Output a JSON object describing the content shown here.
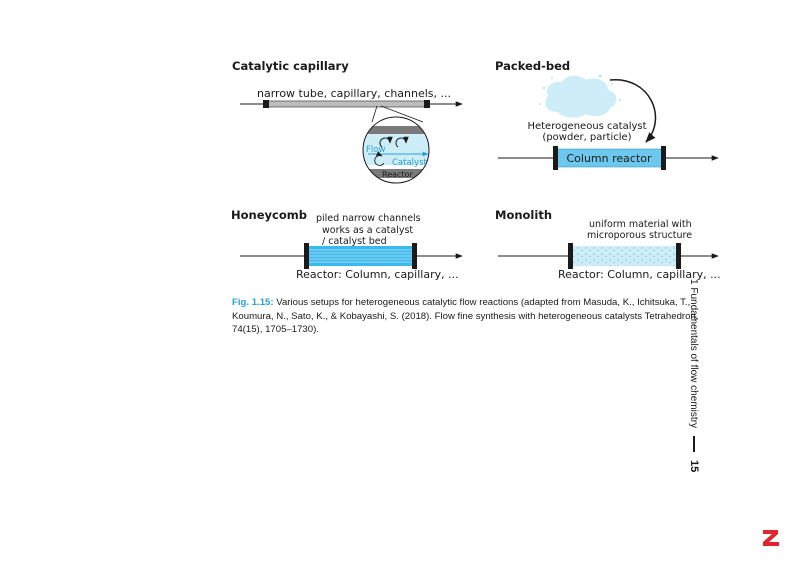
{
  "figure": {
    "catalytic_capillary": {
      "title": "Catalytic capillary",
      "tube_label": "narrow tube, capillary, channels, ...",
      "zoom_flow": "Flow",
      "zoom_catalyst": "Catalyst",
      "zoom_reactor": "Reactor"
    },
    "packed_bed": {
      "title": "Packed-bed",
      "catalyst_label_1": "Heterogeneous catalyst",
      "catalyst_label_2": "(powder, particle)",
      "reactor_label": "Column reactor"
    },
    "honeycomb": {
      "title": "Honeycomb",
      "note_1": "piled narrow channels",
      "note_2": "works as a catalyst",
      "note_3": "/ catalyst bed",
      "reactor_label": "Reactor: Column, capillary, ..."
    },
    "monolith": {
      "title": "Monolith",
      "note_1": "uniform material with",
      "note_2": "microporous structure",
      "reactor_label": "Reactor: Column, capillary, ..."
    }
  },
  "caption": {
    "label": "Fig. 1.15:",
    "text": " Various setups for heterogeneous catalytic flow reactions (adapted from Masuda, K., Ichitsuka, T., Koumura, N., Sato, K., & Kobayashi, S. (2018). Flow fine synthesis with heterogeneous catalysts Tetrahedron, 74(15), 1705–1730)."
  },
  "running_head": {
    "chapter": "1 Fundamentals of flow chemistry",
    "page_number": "15"
  },
  "logo": {
    "icon": "publisher-logo-icon",
    "color": "#e0262b"
  },
  "colors": {
    "accent": "#2a9fd6",
    "fluid": "#6cc8ec",
    "light_fluid": "#cdeef9"
  }
}
